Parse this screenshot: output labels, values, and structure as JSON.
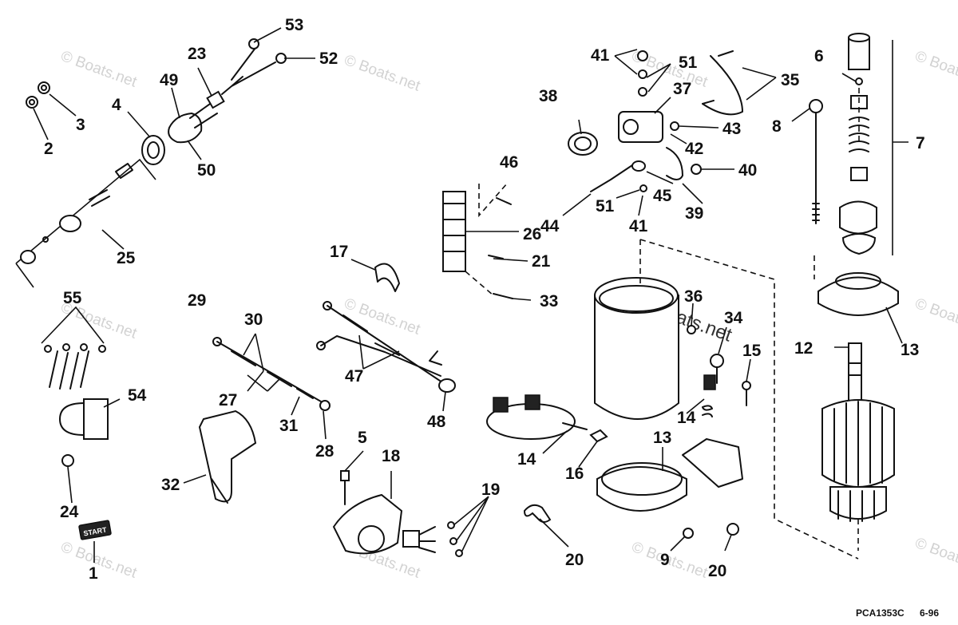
{
  "watermark": "© Boats.net",
  "callouts": [
    "53",
    "23",
    "52",
    "49",
    "4",
    "3",
    "2",
    "50",
    "25",
    "41",
    "51",
    "38",
    "37",
    "35",
    "6",
    "8",
    "7",
    "43",
    "42",
    "40",
    "46",
    "26",
    "44",
    "51",
    "45",
    "41",
    "39",
    "21",
    "17",
    "33",
    "55",
    "29",
    "30",
    "36",
    "34",
    "15",
    "12",
    "13",
    "27",
    "47",
    "54",
    "31",
    "48",
    "14",
    "28",
    "5",
    "18",
    "14",
    "16",
    "13",
    "32",
    "19",
    "24",
    "20",
    "9",
    "20",
    "1"
  ],
  "footer": {
    "drawing_code": "PCA1353C",
    "revision": "6-96"
  },
  "start_label": "START"
}
